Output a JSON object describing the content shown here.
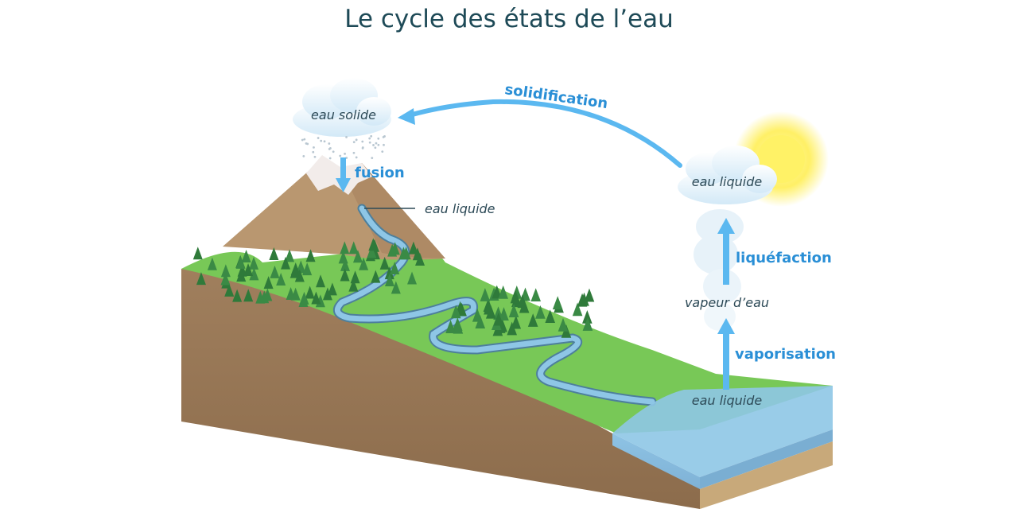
{
  "title": "Le cycle des états de l’eau",
  "labels": {
    "cloud_left": "eau solide",
    "cloud_right": "eau liquide",
    "mountain_stream": "eau liquide",
    "vapor": "vapeur d’eau",
    "sea": "eau liquide"
  },
  "processes": {
    "solidification": "solidification",
    "fusion": "fusion",
    "liquefaction": "liquéfaction",
    "vaporisation": "vaporisation"
  },
  "colors": {
    "title": "#1e4a57",
    "process_text": "#2a8fd6",
    "arrow": "#5bb8f0",
    "grass": "#78c857",
    "soil": "#9a7a58",
    "mountain": "#b99770",
    "water": "#8ec6e6",
    "sun": "#fff266",
    "tree": "#2f7a3a"
  }
}
